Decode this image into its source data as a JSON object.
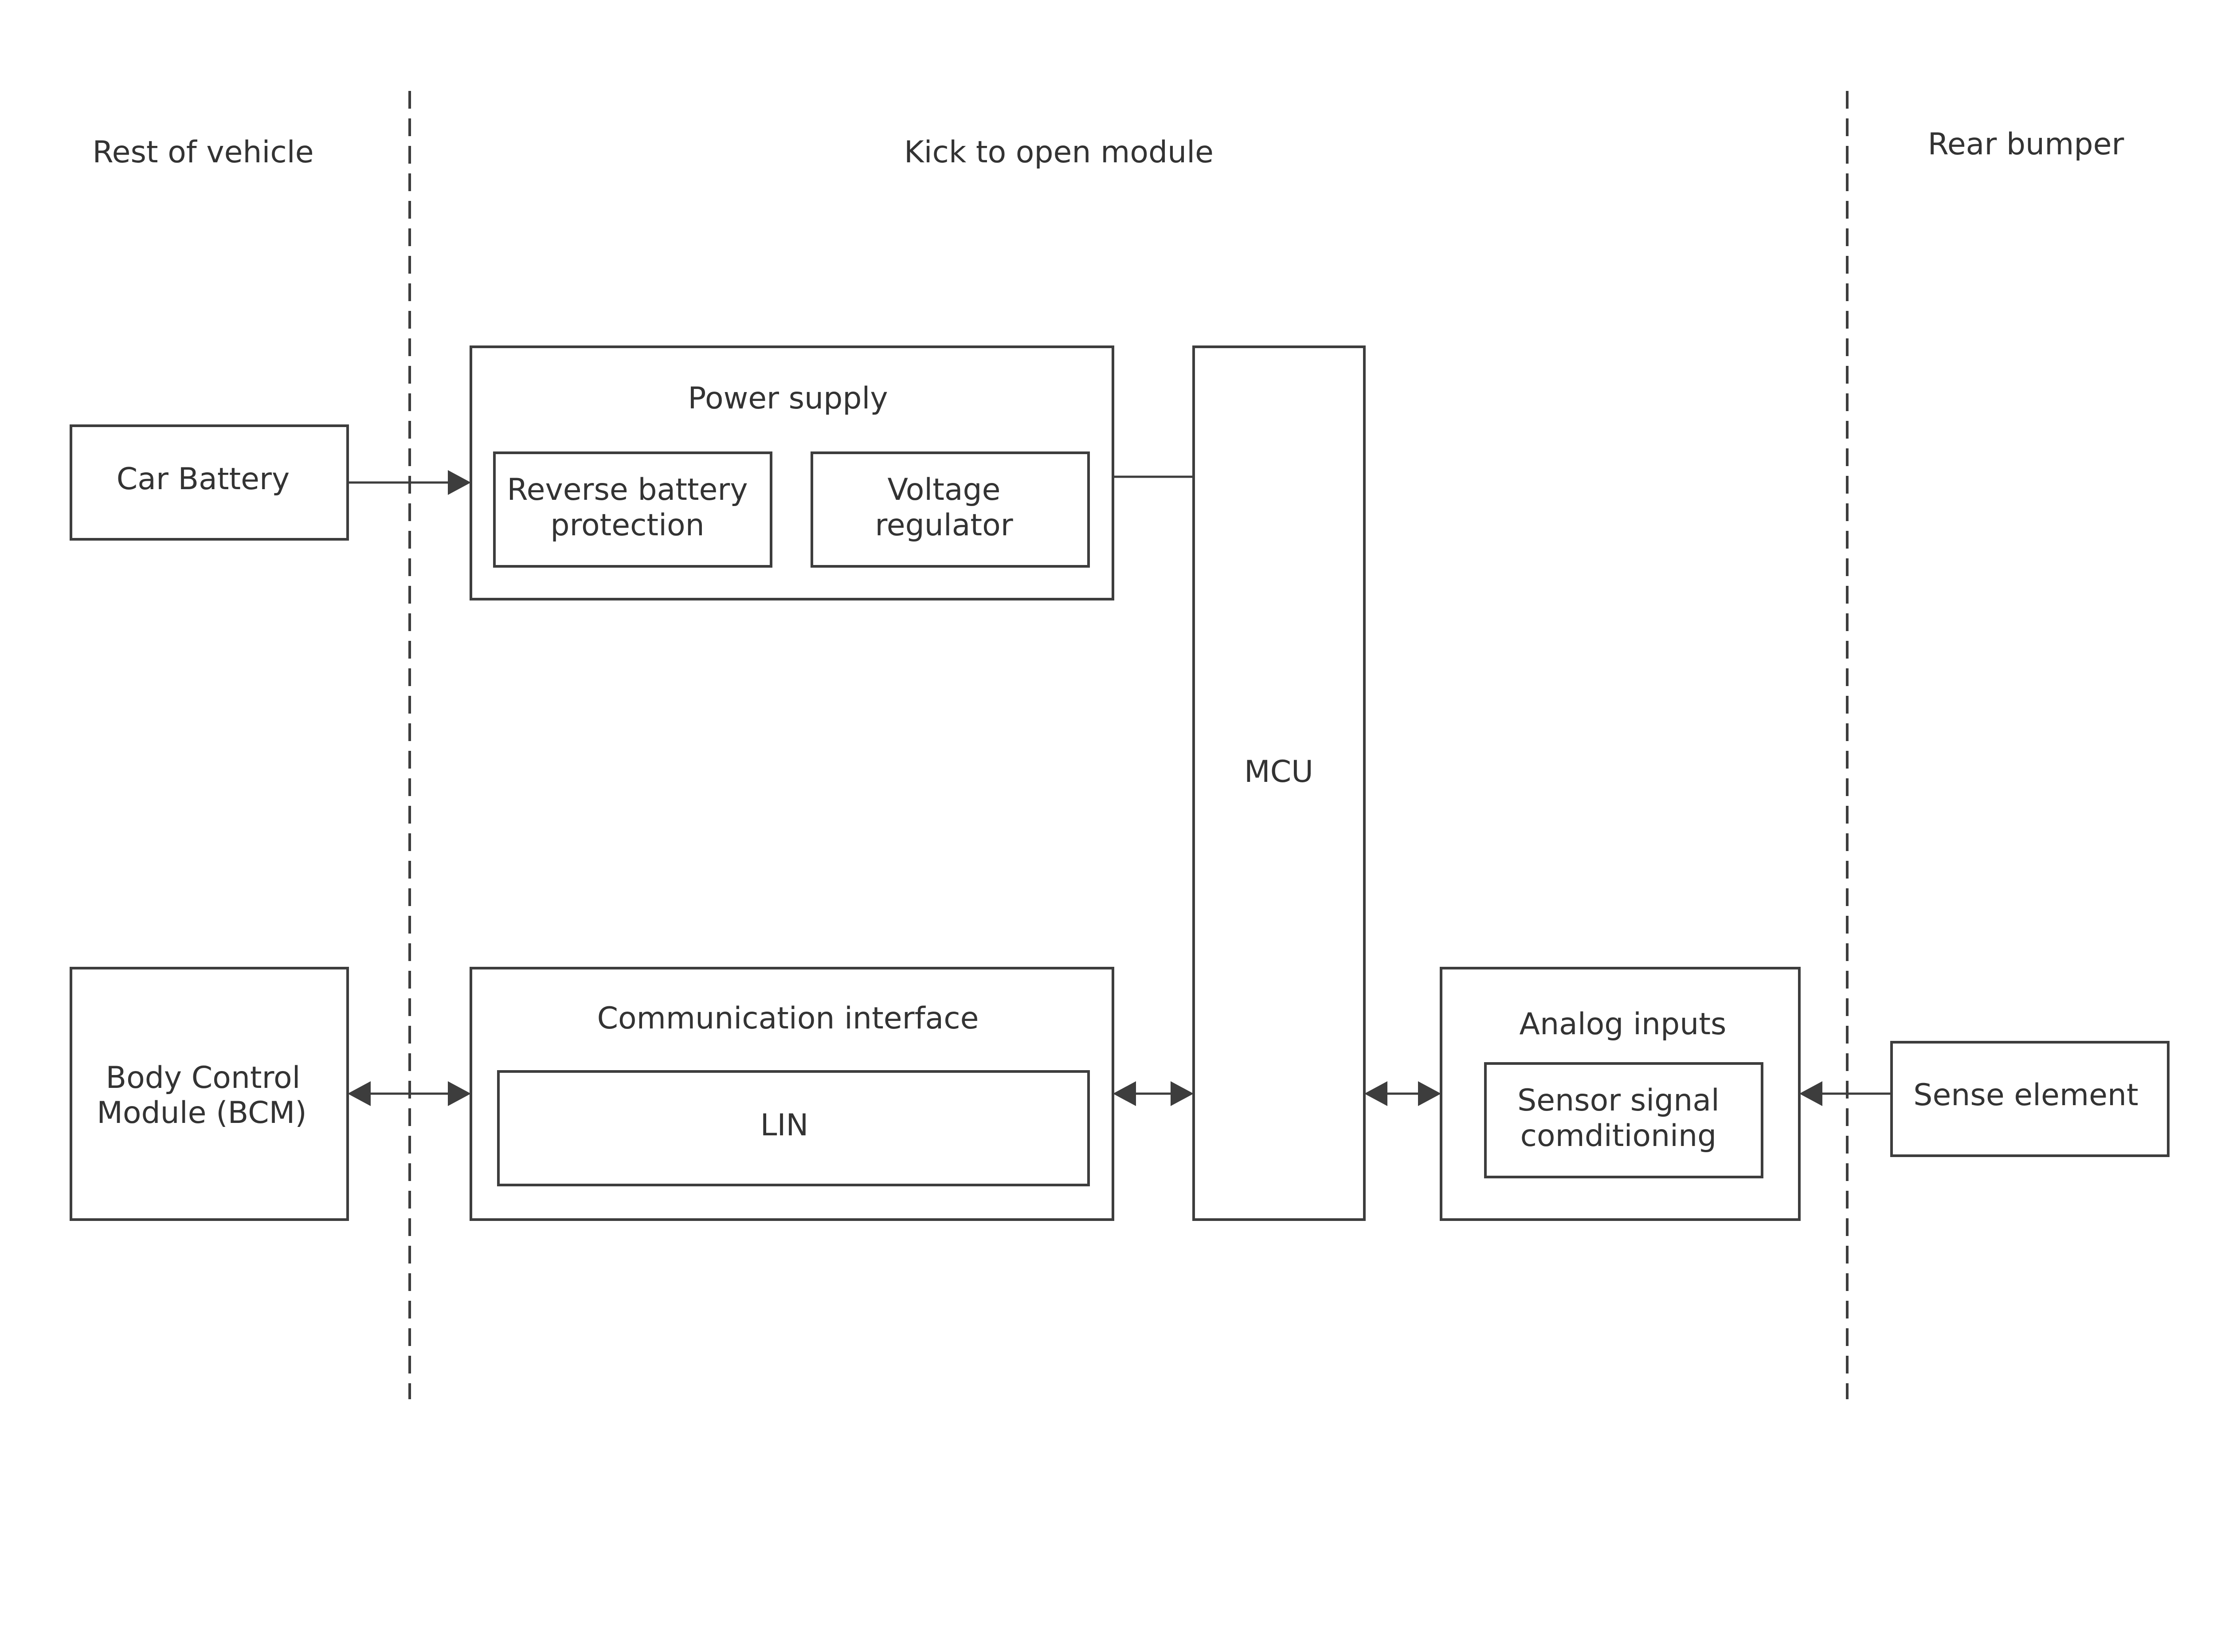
{
  "zones": {
    "rest_of_vehicle": "Rest of vehicle",
    "kick_module": "Kick to open module",
    "rear_bumper": "Rear bumper"
  },
  "blocks": {
    "car_battery": "Car Battery",
    "bcm_line1": "Body Control",
    "bcm_line2": "Module (BCM)",
    "power_supply": "Power supply",
    "reverse_line1": "Reverse battery",
    "reverse_line2": "protection",
    "voltage_line1": "Voltage",
    "voltage_line2": "regulator",
    "mcu": "MCU",
    "comm_interface": "Communication interface",
    "lin": "LIN",
    "analog_inputs": "Analog inputs",
    "sensor_line1": "Sensor signal",
    "sensor_line2": "comditioning",
    "sense_element": "Sense element"
  },
  "colors": {
    "stroke": "#3d3d3d",
    "text": "#333333",
    "background": "#ffffff"
  }
}
